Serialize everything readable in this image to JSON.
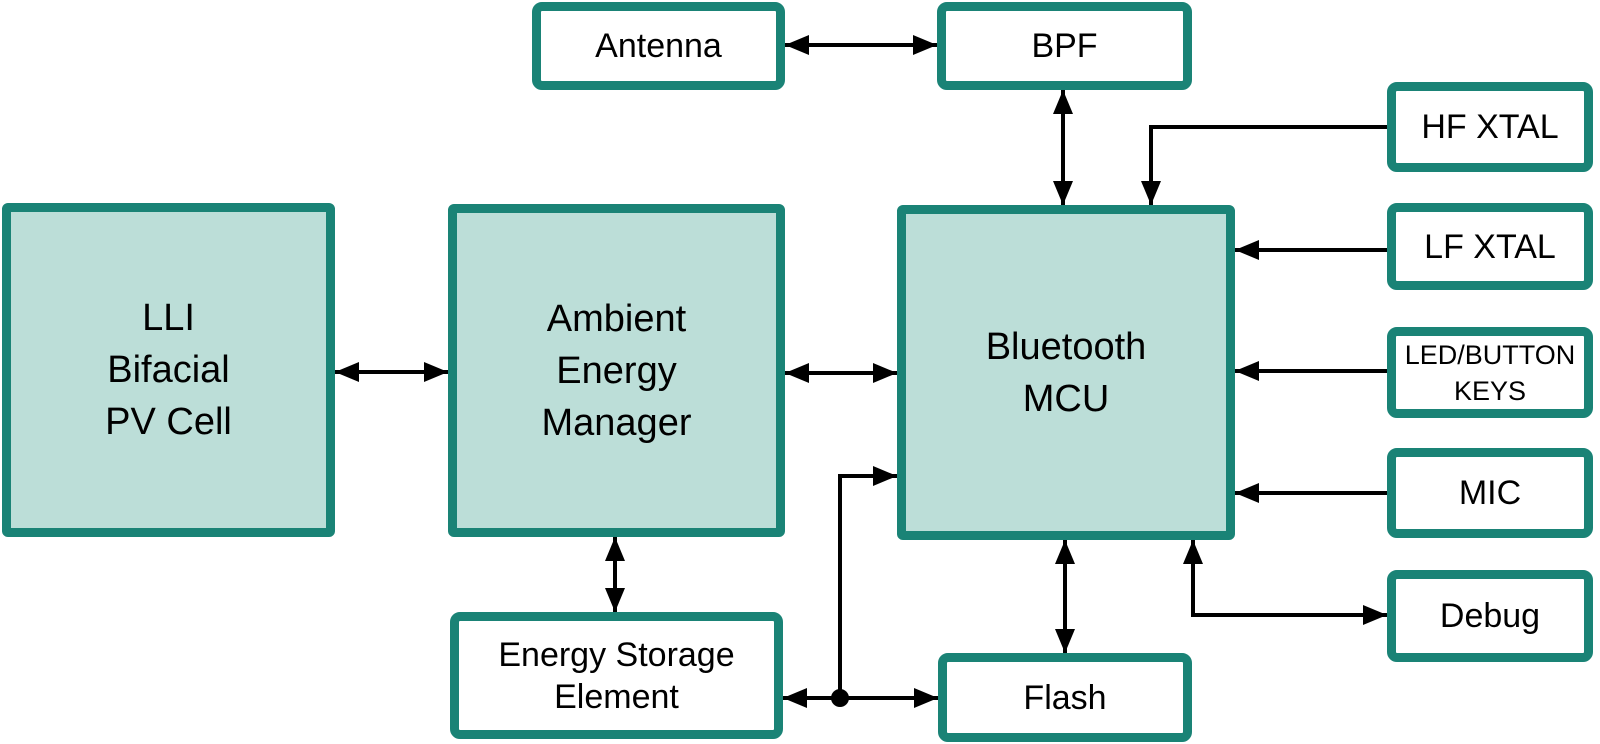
{
  "diagram": {
    "title": "Bluetooth MCU energy harvesting block diagram",
    "colors": {
      "box_border": "#1A8376",
      "module_fill": "#BCDED8",
      "peripheral_fill": "#FFFFFF",
      "wire": "#000000",
      "text": "#000000",
      "background": "#FFFFFF"
    },
    "nodes": {
      "pv": {
        "lines": [
          "LLI",
          "Bifacial",
          "PV Cell"
        ]
      },
      "aem": {
        "lines": [
          "Ambient",
          "Energy",
          "Manager"
        ]
      },
      "mcu": {
        "lines": [
          "Bluetooth",
          "MCU"
        ]
      },
      "antenna": {
        "label": "Antenna"
      },
      "bpf": {
        "label": "BPF"
      },
      "hf_xtal": {
        "label": "HF XTAL"
      },
      "lf_xtal": {
        "label": "LF XTAL"
      },
      "led_button": {
        "lines": [
          "LED/BUTTON",
          "KEYS"
        ]
      },
      "mic": {
        "label": "MIC"
      },
      "debug": {
        "label": "Debug"
      },
      "storage": {
        "lines": [
          "Energy Storage",
          "Element"
        ]
      },
      "flash": {
        "label": "Flash"
      }
    },
    "edges": [
      {
        "from": "antenna",
        "to": "bpf",
        "direction": "bidirectional"
      },
      {
        "from": "bpf",
        "to": "mcu",
        "direction": "bidirectional"
      },
      {
        "from": "pv",
        "to": "aem",
        "direction": "bidirectional"
      },
      {
        "from": "aem",
        "to": "mcu",
        "direction": "bidirectional"
      },
      {
        "from": "aem",
        "to": "storage",
        "direction": "bidirectional"
      },
      {
        "from": "mcu",
        "to": "flash",
        "direction": "bidirectional"
      },
      {
        "from": "storage",
        "to": "flash",
        "direction": "bidirectional",
        "junction": true
      },
      {
        "from": "storage-flash-junction",
        "to": "mcu",
        "direction": "directed"
      },
      {
        "from": "hf_xtal",
        "to": "mcu",
        "direction": "directed"
      },
      {
        "from": "lf_xtal",
        "to": "mcu",
        "direction": "directed"
      },
      {
        "from": "led_button",
        "to": "mcu",
        "direction": "directed"
      },
      {
        "from": "mic",
        "to": "mcu",
        "direction": "directed"
      },
      {
        "from": "mcu",
        "to": "debug",
        "direction": "bidirectional"
      }
    ]
  }
}
